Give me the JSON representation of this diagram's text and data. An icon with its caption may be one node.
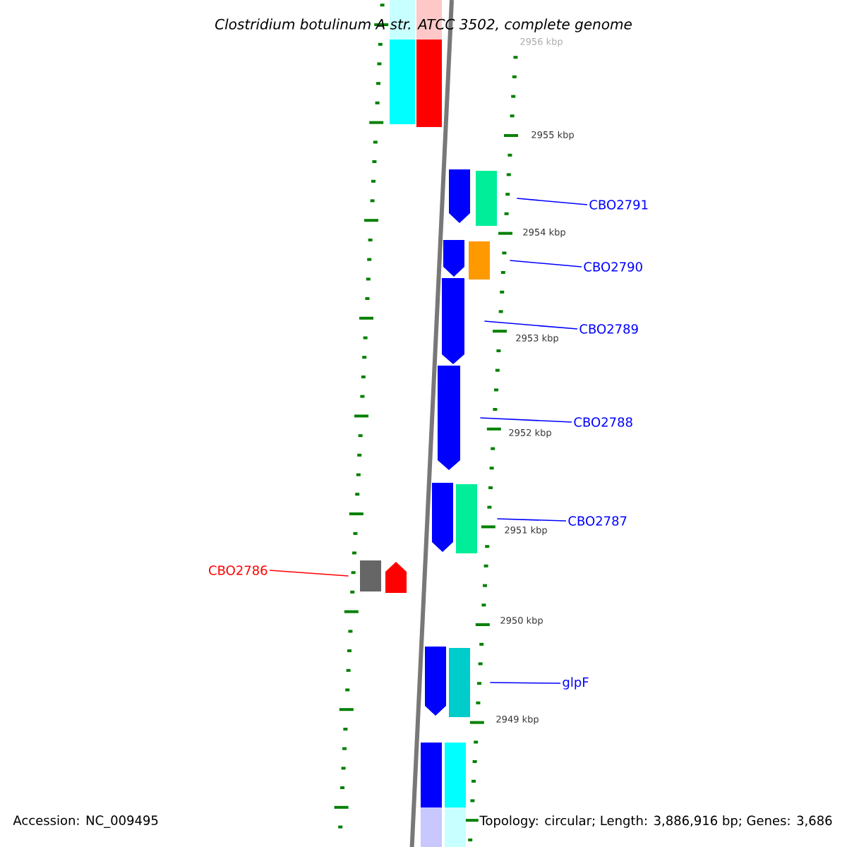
{
  "diagram": {
    "title": "Clostridium botulinum A str. ATCC 3502, complete genome",
    "nodes": [
      {
        "text": [],
        "shape": "bar"
      },
      {
        "text": [],
        "shape": "bar"
      },
      {
        "text": [],
        "shape": "pentagon"
      },
      {
        "text": [],
        "shape": "bar"
      },
      {
        "text": [
          "CBO2791"
        ]
      },
      {
        "text": [],
        "shape": "pentagon"
      },
      {
        "text": [],
        "shape": "bar"
      },
      {
        "text": [
          "CBO2790"
        ]
      },
      {
        "text": [],
        "shape": "pentagon"
      },
      {
        "text": [
          "CBO2789"
        ]
      },
      {
        "text": [],
        "shape": "pentagon"
      },
      {
        "text": [
          "CBO2788"
        ]
      },
      {
        "text": [],
        "shape": "pentagon"
      },
      {
        "text": [],
        "shape": "bar"
      },
      {
        "text": [
          "CBO2787"
        ]
      },
      {
        "text": [
          "CBO2786"
        ]
      },
      {
        "text": [],
        "shape": "bar"
      },
      {
        "text": [],
        "shape": "pentagon"
      },
      {
        "text": [],
        "shape": "pentagon"
      },
      {
        "text": [],
        "shape": "bar"
      },
      {
        "text": [
          "glpF"
        ]
      },
      {
        "text": [],
        "shape": "bar"
      },
      {
        "text": [],
        "shape": "bar"
      }
    ],
    "edges": [
      {
        "from": 4,
        "to": 3,
        "arrow": "none"
      },
      {
        "from": 7,
        "to": 6,
        "arrow": "none"
      },
      {
        "from": 9,
        "to": 8,
        "arrow": "none"
      },
      {
        "from": 11,
        "to": 10,
        "arrow": "none"
      },
      {
        "from": 14,
        "to": 13,
        "arrow": "none"
      },
      {
        "from": 15,
        "to": 16,
        "arrow": "none",
        "color": "#ff0000"
      },
      {
        "from": 20,
        "to": 19,
        "arrow": "none"
      }
    ],
    "labels": [
      "2956 kbp",
      "2955 kbp",
      "2954 kbp",
      "2953 kbp",
      "2952 kbp",
      "2951 kbp",
      "2950 kbp",
      "2949 kbp",
      "Accession: NC_009495",
      "Topology: circular; Length: 3,886,916 bp; Genes: 3,686"
    ]
  }
}
